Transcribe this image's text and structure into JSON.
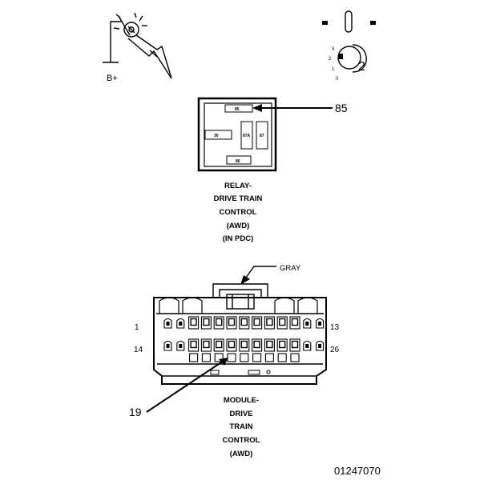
{
  "symbols": {
    "battery_label": "B+",
    "switch_position_numbers": [
      "3",
      "2",
      "1",
      "0"
    ],
    "switch_index": "2"
  },
  "relay": {
    "callout_number": "85",
    "terminal_labels": [
      "85",
      "30",
      "87A",
      "87",
      "86"
    ],
    "caption_lines": [
      "RELAY-",
      "DRIVE TRAIN",
      "CONTROL",
      "(AWD)",
      "(IN PDC)"
    ]
  },
  "connector": {
    "color_label": "GRAY",
    "pin_numbers": {
      "top_left": "1",
      "top_right": "13",
      "bottom_left": "14",
      "bottom_right": "26"
    },
    "callout_number": "19",
    "caption_lines": [
      "MODULE-",
      "DRIVE",
      "TRAIN",
      "CONTROL",
      "(AWD)"
    ]
  },
  "figure_number": "01247070",
  "colors": {
    "ink": "#000000",
    "background": "#ffffff"
  },
  "icons": [
    "lamp-test-probe-icon",
    "ignition-switch-icon"
  ]
}
